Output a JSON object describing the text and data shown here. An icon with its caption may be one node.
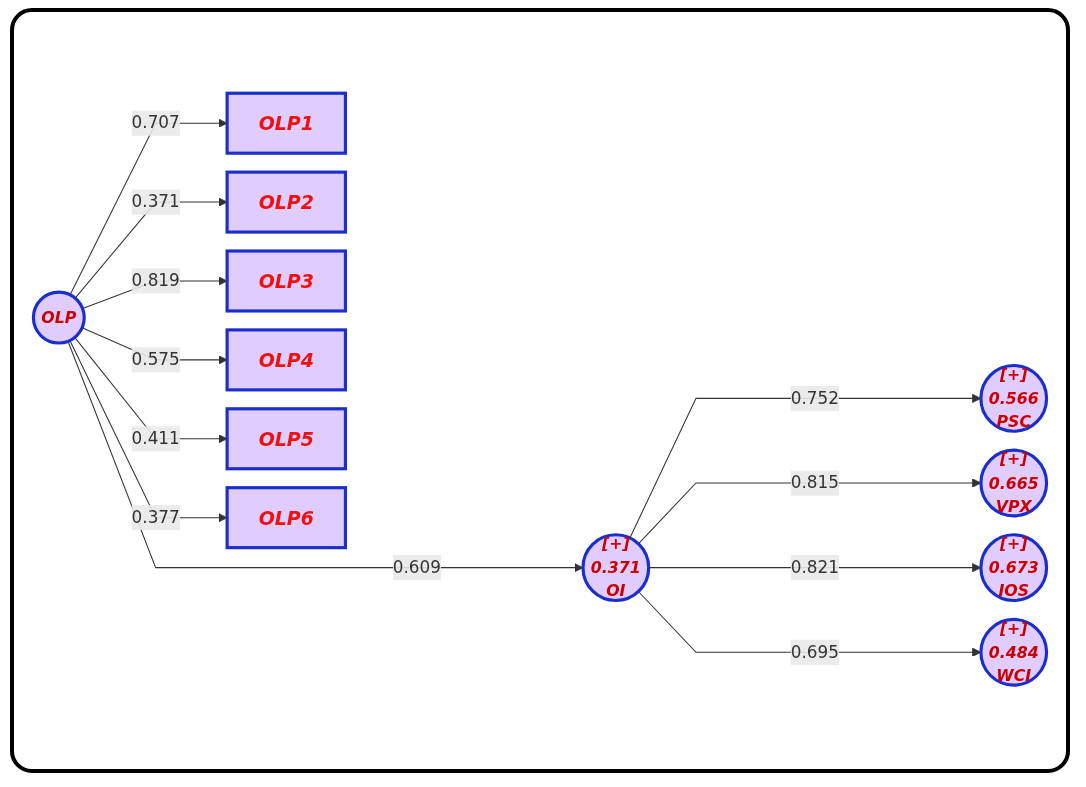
{
  "diagram": {
    "nodes": [
      {
        "text": [
          "OLP1"
        ]
      },
      {
        "text": [
          "OLP2"
        ]
      },
      {
        "text": [
          "OLP3"
        ]
      },
      {
        "text": [
          "OLP4"
        ]
      },
      {
        "text": [
          "OLP5"
        ]
      },
      {
        "text": [
          "OLP6"
        ]
      },
      {
        "text": [
          "OLP"
        ]
      },
      {
        "text": [
          "[+]",
          "0.371",
          "OI"
        ]
      },
      {
        "text": [
          "[+]",
          "0.566",
          "PSC"
        ]
      },
      {
        "text": [
          "[+]",
          "0.665",
          "VPX"
        ]
      },
      {
        "text": [
          "[+]",
          "0.673",
          "IOS"
        ]
      },
      {
        "text": [
          "[+]",
          "0.484",
          "WCI"
        ]
      }
    ],
    "edges": [
      {
        "from": 6,
        "to": 0,
        "arrow": "to",
        "label": "0.707"
      },
      {
        "from": 6,
        "to": 1,
        "arrow": "to",
        "label": "0.371"
      },
      {
        "from": 6,
        "to": 2,
        "arrow": "to",
        "label": "0.819"
      },
      {
        "from": 6,
        "to": 3,
        "arrow": "to",
        "label": "0.575"
      },
      {
        "from": 6,
        "to": 4,
        "arrow": "to",
        "label": "0.411"
      },
      {
        "from": 6,
        "to": 5,
        "arrow": "to",
        "label": "0.377"
      },
      {
        "from": 6,
        "to": 7,
        "arrow": "to",
        "label": "0.609"
      },
      {
        "from": 7,
        "to": 8,
        "arrow": "to",
        "label": "0.752"
      },
      {
        "from": 7,
        "to": 9,
        "arrow": "to",
        "label": "0.815"
      },
      {
        "from": 7,
        "to": 10,
        "arrow": "to",
        "label": "0.821"
      },
      {
        "from": 7,
        "to": 11,
        "arrow": "to",
        "label": "0.695"
      }
    ]
  }
}
